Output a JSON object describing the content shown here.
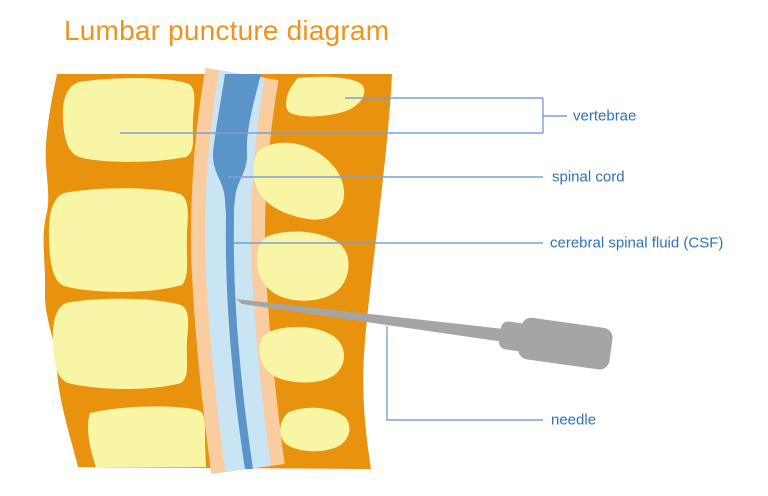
{
  "title": "Lumbar puncture diagram",
  "labels": {
    "vertebrae": "vertebrae",
    "spinal_cord": "spinal cord",
    "csf": "cerebral spinal fluid (CSF)",
    "needle": "needle"
  },
  "colors": {
    "background": "#FFFFFF",
    "title_text": "#F0921E",
    "label_text": "#2E73B9",
    "leader_line": "#7C9FD6",
    "bone_outer_orange": "#E8920E",
    "bone_inner_yellow": "#F8F5A4",
    "ligament_peach": "#FACDA0",
    "csf_light_blue": "#C9E5F3",
    "spinal_cord_blue": "#5A94C9",
    "needle_gray": "#A5A5A5"
  }
}
